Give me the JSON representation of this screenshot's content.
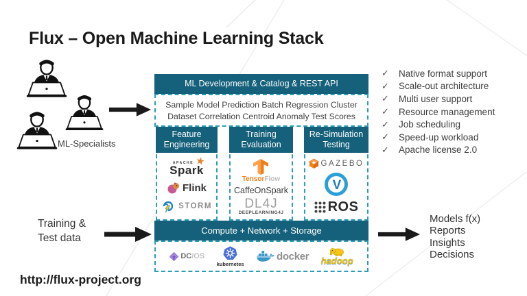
{
  "slide": {
    "title": "Flux – Open Machine Learning Stack",
    "url": "http://flux-project.org"
  },
  "actors": {
    "label": "ML-Specialists"
  },
  "inputs": {
    "line1": "Training &",
    "line2": "Test data"
  },
  "outputs": {
    "items": [
      "Models f(x)",
      "Reports",
      "Insights",
      "Decisions"
    ]
  },
  "checklist": {
    "check_glyph": "✓",
    "items": [
      "Native format support",
      "Scale-out architecture",
      "Multi user support",
      "Resource management",
      "Job scheduling",
      "Speed-up workload",
      "Apache license 2.0"
    ]
  },
  "stack": {
    "api_header": "ML Development & Catalog & REST API",
    "sample_text_line1": "Sample Model Prediction Batch Regression Cluster",
    "sample_text_line2": "Dataset Correlation Centroid Anomaly Test Scores",
    "columns": [
      {
        "title_line1": "Feature",
        "title_line2": "Engineering"
      },
      {
        "title_line1": "Training",
        "title_line2": "Evaluation"
      },
      {
        "title_line1": "Re-Simulation",
        "title_line2": "Testing"
      }
    ],
    "compute_header": "Compute + Network + Storage"
  },
  "logos": {
    "spark": {
      "apache": "APACHE",
      "name": "Spark",
      "star_glyph": "★"
    },
    "flink": {
      "name": "Flink"
    },
    "storm": {
      "name": "STORM"
    },
    "tensorflow": {
      "name_a": "Tensor",
      "name_b": "Flow"
    },
    "caffeonspark": {
      "name": "CaffeOnSpark"
    },
    "dl4j": {
      "name": "DL4J",
      "sub": "DEEPLEARNING4J"
    },
    "gazebo": {
      "name": "GAZEBO"
    },
    "vrep": {
      "letter": "V"
    },
    "ros": {
      "name": "ROS"
    },
    "dcos": {
      "name_a": "DC",
      "name_b": "/OS"
    },
    "kubernetes": {
      "name": "kubernetes"
    },
    "docker": {
      "name": "docker"
    },
    "hadoop": {
      "name": "hadoop"
    }
  },
  "colors": {
    "teal": "#15607A",
    "dashed_border": "#2E9CB2",
    "arrow_black": "#1A1A1A",
    "spark_orange": "#E8822A",
    "tensorflow_orange": "#F07F1A",
    "storm_blue": "#2586C0",
    "flink_pink": "#C75A93",
    "gazebo_orange": "#F58113",
    "vrep_blue": "#2B9FD8",
    "kubernetes_blue": "#4A6FD8",
    "docker_blue": "#3A96C8",
    "hadoop_yellow": "#F2C20F",
    "dcos_purple": "#8B6FD0"
  }
}
